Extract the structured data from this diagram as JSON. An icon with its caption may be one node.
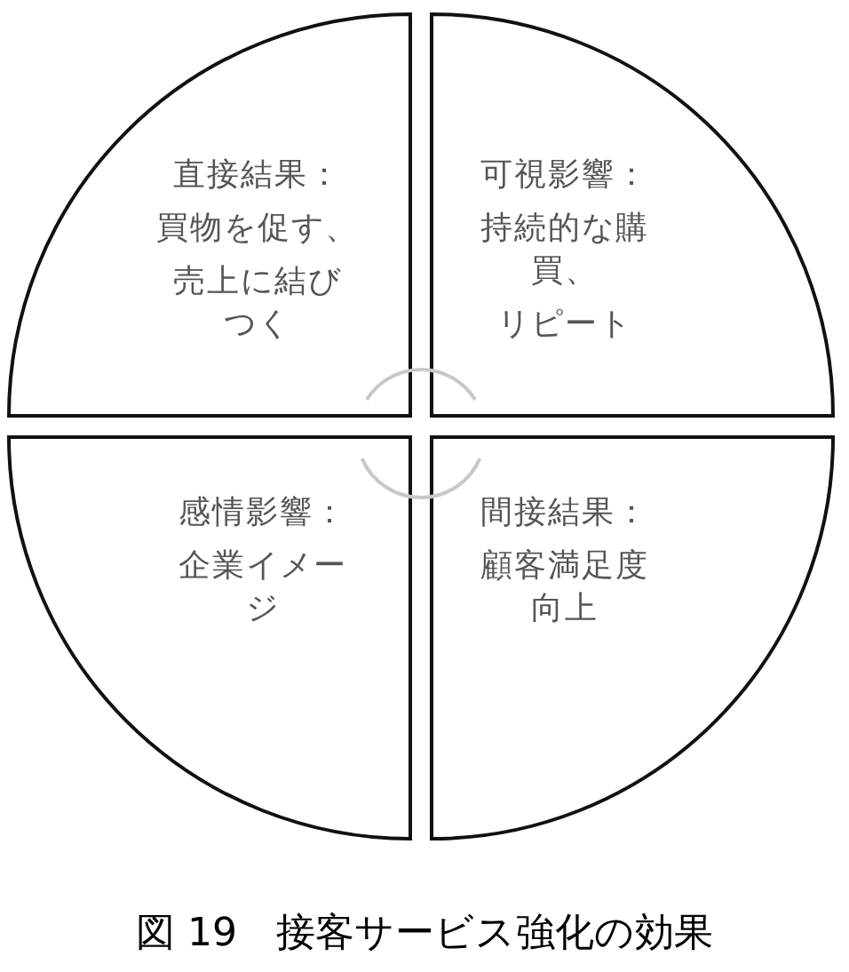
{
  "diagram": {
    "caption": "図 19　接客サービス強化の効果",
    "nodes": [
      {
        "text": [
          "直接結果：",
          "買物を促す、",
          "売上に結びつく"
        ]
      },
      {
        "text": [
          "可視影響：",
          "持続的な購買、",
          "リピート"
        ]
      },
      {
        "text": [
          "感情影響：",
          "企業イメージ"
        ]
      },
      {
        "text": [
          "間接結果：",
          "顧客満足度向上"
        ]
      }
    ]
  }
}
